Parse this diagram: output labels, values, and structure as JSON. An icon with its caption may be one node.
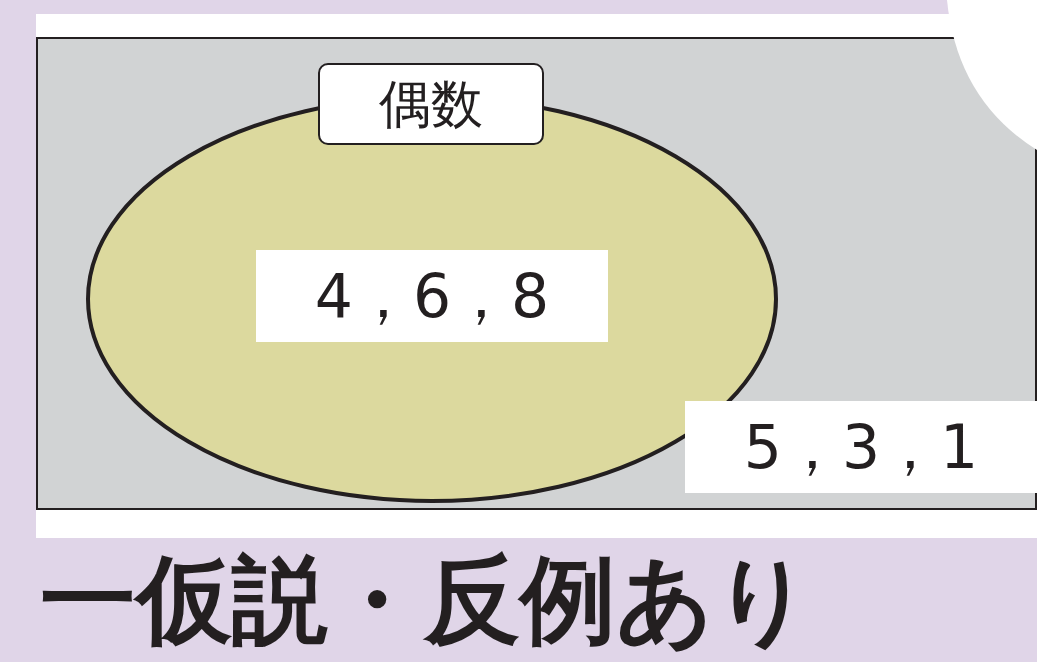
{
  "diagram": {
    "nodes": [
      {
        "text": [],
        "shape": "box"
      },
      {
        "text": [
          "偶数",
          "4，6，8"
        ],
        "in": 0
      },
      {
        "text": [
          "5，3，1"
        ],
        "in": 0
      },
      {
        "text": [],
        "shape": "circle"
      }
    ],
    "labels": [
      "一仮説・反例あり"
    ]
  }
}
